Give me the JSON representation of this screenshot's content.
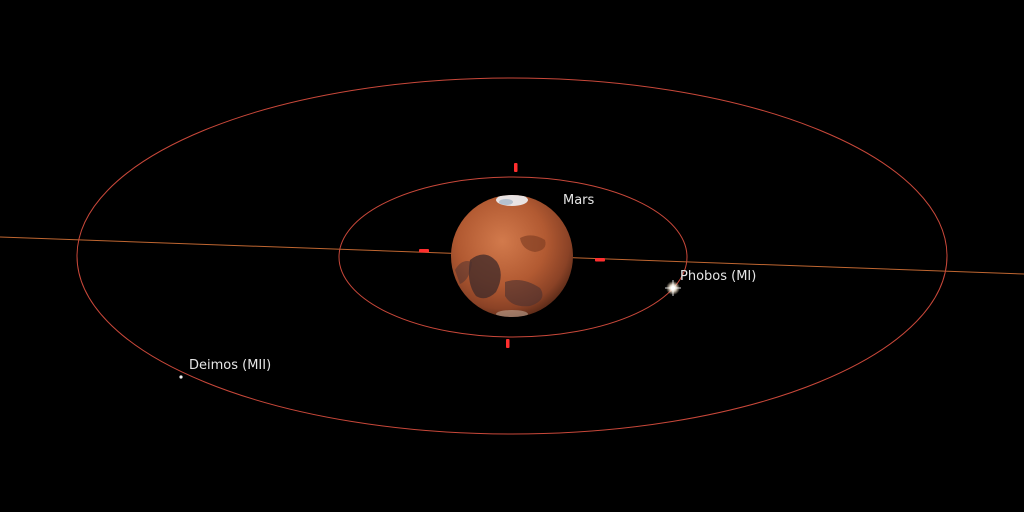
{
  "planet": {
    "name": "Mars",
    "color": "#b8562e"
  },
  "moons": [
    {
      "name": "Phobos (MI)",
      "icon": "bright-star-icon"
    },
    {
      "name": "Deimos (MII)",
      "icon": "dim-dot-icon"
    }
  ],
  "colors": {
    "background": "#000000",
    "orbit_line": "#c9483a",
    "ecliptic_line": "#e0783a",
    "marker": "#ff2e2e",
    "label_text": "#e6e6e6"
  }
}
